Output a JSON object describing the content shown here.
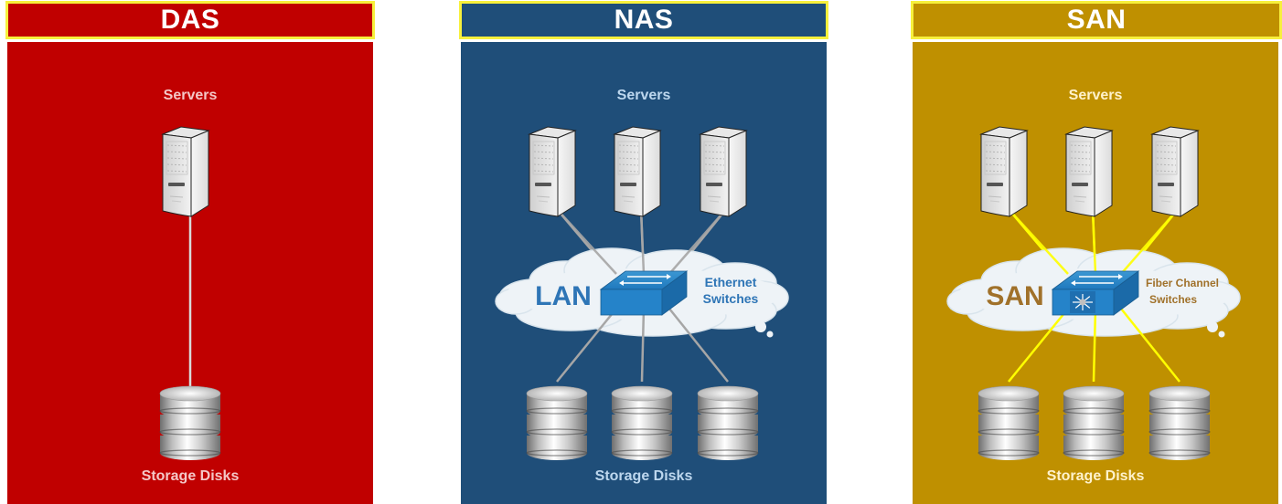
{
  "panels": [
    {
      "id": "das",
      "title": "DAS",
      "color": "#c00000",
      "label_color": "#f4c7c7",
      "line_color": "#d9d9d9",
      "servers_label": "Servers",
      "storage_label": "Storage Disks",
      "server_count": 1,
      "disk_count": 1,
      "network": null
    },
    {
      "id": "nas",
      "title": "NAS",
      "color": "#1f4e79",
      "label_color": "#bdd7ee",
      "line_color": "#a6a6a6",
      "servers_label": "Servers",
      "storage_label": "Storage Disks",
      "server_count": 3,
      "disk_count": 3,
      "network": {
        "cloud_label": "LAN",
        "switch_label_line1": "Ethernet",
        "switch_label_line2": "Switches",
        "text_color": "#2e75b6",
        "switch_type": "ethernet-switch"
      }
    },
    {
      "id": "san",
      "title": "SAN",
      "color": "#bf9000",
      "label_color": "#fff2cc",
      "line_color": "#ffff00",
      "servers_label": "Servers",
      "storage_label": "Storage Disks",
      "server_count": 3,
      "disk_count": 3,
      "network": {
        "cloud_label": "SAN",
        "switch_label_line1": "Fiber Channel",
        "switch_label_line2": "Switches",
        "text_color": "#a0712a",
        "switch_type": "fiber-channel-switch"
      }
    }
  ]
}
